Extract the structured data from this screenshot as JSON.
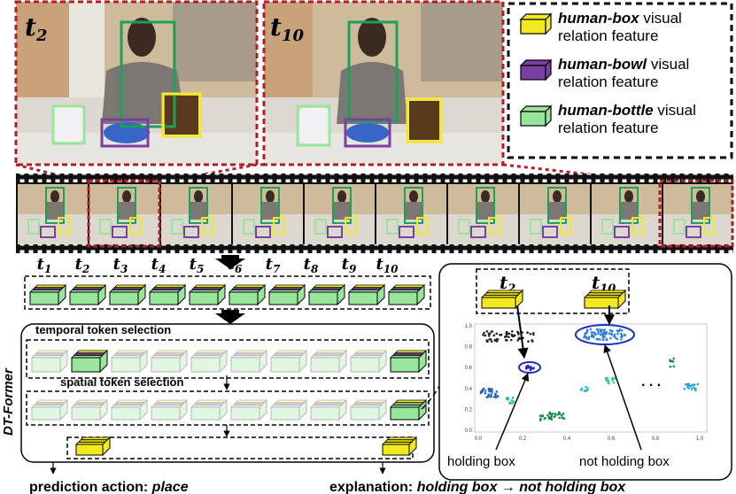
{
  "frames": {
    "detail_labels": [
      {
        "letter": "t",
        "sub": "2"
      },
      {
        "letter": "t",
        "sub": "10"
      }
    ],
    "time_labels": [
      "1",
      "2",
      "3",
      "4",
      "5",
      "6",
      "7",
      "8",
      "9",
      "10"
    ],
    "time_letter": "t"
  },
  "legend": {
    "items": [
      {
        "bold": "human-box",
        "line1": " visual",
        "line2": "relation feature",
        "color": "#f2ea1e"
      },
      {
        "bold": "human-bowl",
        "line1": " visual",
        "line2": "relation feature",
        "color": "#7a3fa0"
      },
      {
        "bold": "human-bottle",
        "line1": " visual",
        "line2": "relation feature",
        "color": "#99e59b"
      }
    ]
  },
  "model": {
    "name": "DT-Former",
    "temporal_label": "temporal token selection",
    "spatial_label": "spatial token selection"
  },
  "scatter": {
    "x_ticks": [
      "0.0",
      "0.2",
      "0.4",
      "0.6",
      "0.8",
      "1.0"
    ],
    "y_ticks": [
      "0.0",
      "0.2",
      "0.4",
      "0.6",
      "0.8",
      "1.0"
    ],
    "ellipsis": ". . .",
    "holding_label": "holding box",
    "not_holding_label": "not holding box",
    "t2_label": {
      "letter": "t",
      "sub": "2"
    },
    "t10_label": {
      "letter": "t",
      "sub": "10"
    }
  },
  "output": {
    "prediction_prefix": "prediction action: ",
    "prediction_value": "place",
    "explanation_prefix": "explanation: ",
    "explanation_value": "holding box → not holding box"
  },
  "colors": {
    "box": "#f2ea1e",
    "bowl": "#7a3fa0",
    "bottle": "#99e59b",
    "red_dashed": "#b01e24",
    "green_frame": "#1fa05a"
  }
}
